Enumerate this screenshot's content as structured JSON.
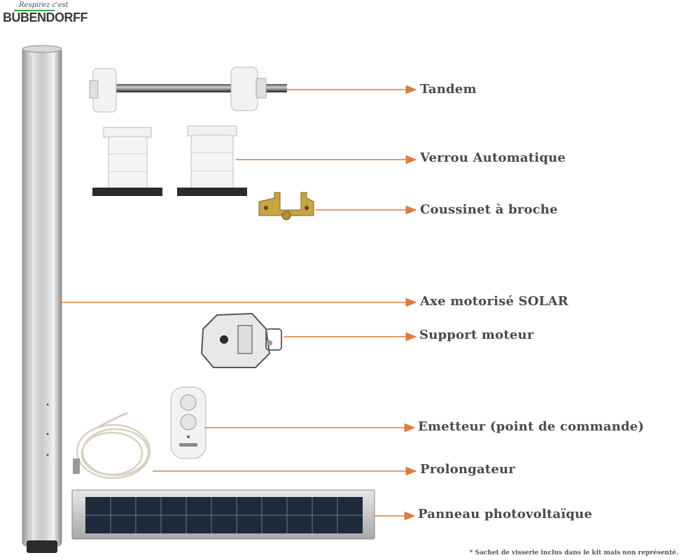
{
  "logo": {
    "tagline": "Respirez c'est",
    "name": "BUBENDORFF"
  },
  "parts": [
    {
      "label": "Tandem",
      "icon": "tandem-axle-icon"
    },
    {
      "label": "Verrou Automatique",
      "icon": "automatic-lock-icon"
    },
    {
      "label": "Coussinet à broche",
      "icon": "pin-bearing-icon"
    },
    {
      "label": "Axe motorisé SOLAR",
      "icon": "motorized-tube-icon"
    },
    {
      "label": "Support moteur",
      "icon": "motor-support-icon"
    },
    {
      "label": "Emetteur (point de commande)",
      "icon": "remote-control-icon"
    },
    {
      "label": "Prolongateur",
      "icon": "extension-cable-icon"
    },
    {
      "label": "Panneau photovoltaïque",
      "icon": "solar-panel-icon"
    }
  ],
  "footnote": "* Sachet de visserie inclus dans le kit mais non représenté.",
  "colors": {
    "arrow": "#e07b39",
    "label": "#4a4a4a",
    "brand_green": "#3aa34a"
  }
}
